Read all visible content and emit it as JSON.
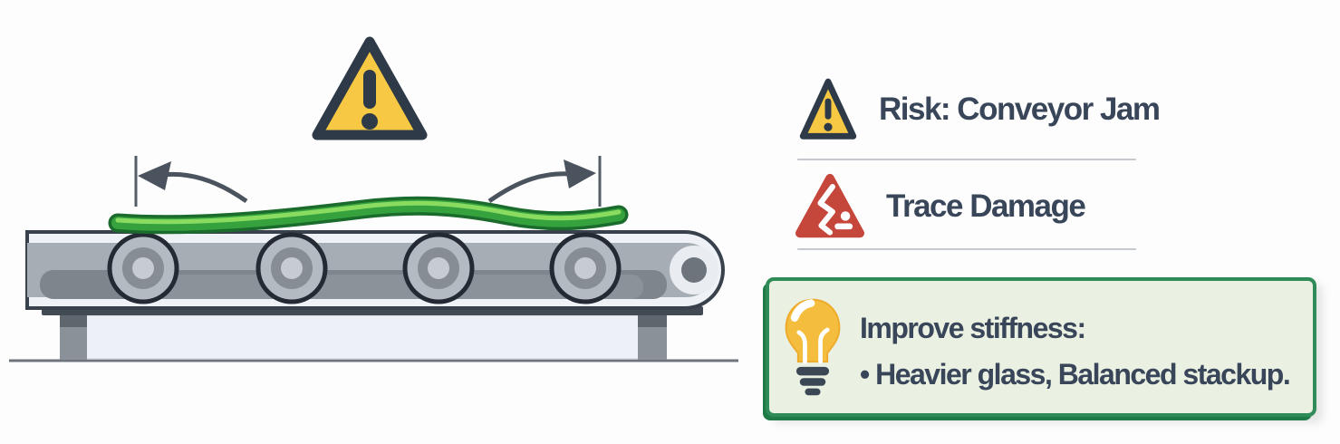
{
  "annotations": {
    "risk": {
      "icon": "warning-triangle-icon",
      "label": "Risk: Conveyor Jam"
    },
    "damage": {
      "icon": "trace-damage-icon",
      "label": "Trace Damage"
    },
    "tip": {
      "icon": "lightbulb-icon",
      "title": "Improve stiffness:",
      "bullet": "• Heavier glass,  Balanced stackup."
    }
  },
  "illustration": {
    "warning_icon": "warning-triangle-icon",
    "roller_count": 4,
    "board": "sagging-green-pcb",
    "arrows": "outward-deflection-arrows"
  },
  "colors": {
    "warning_yellow": "#f7c843",
    "outline_navy": "#2e3a47",
    "danger_red": "#c5463a",
    "tip_green_border": "#2f8b57",
    "tip_green_bg": "#eaf0e2",
    "pcb_green": "#36a23e",
    "text_dark": "#39465a",
    "belt_gray": "#a6adb4",
    "divider_gray": "#c3c9cf"
  }
}
